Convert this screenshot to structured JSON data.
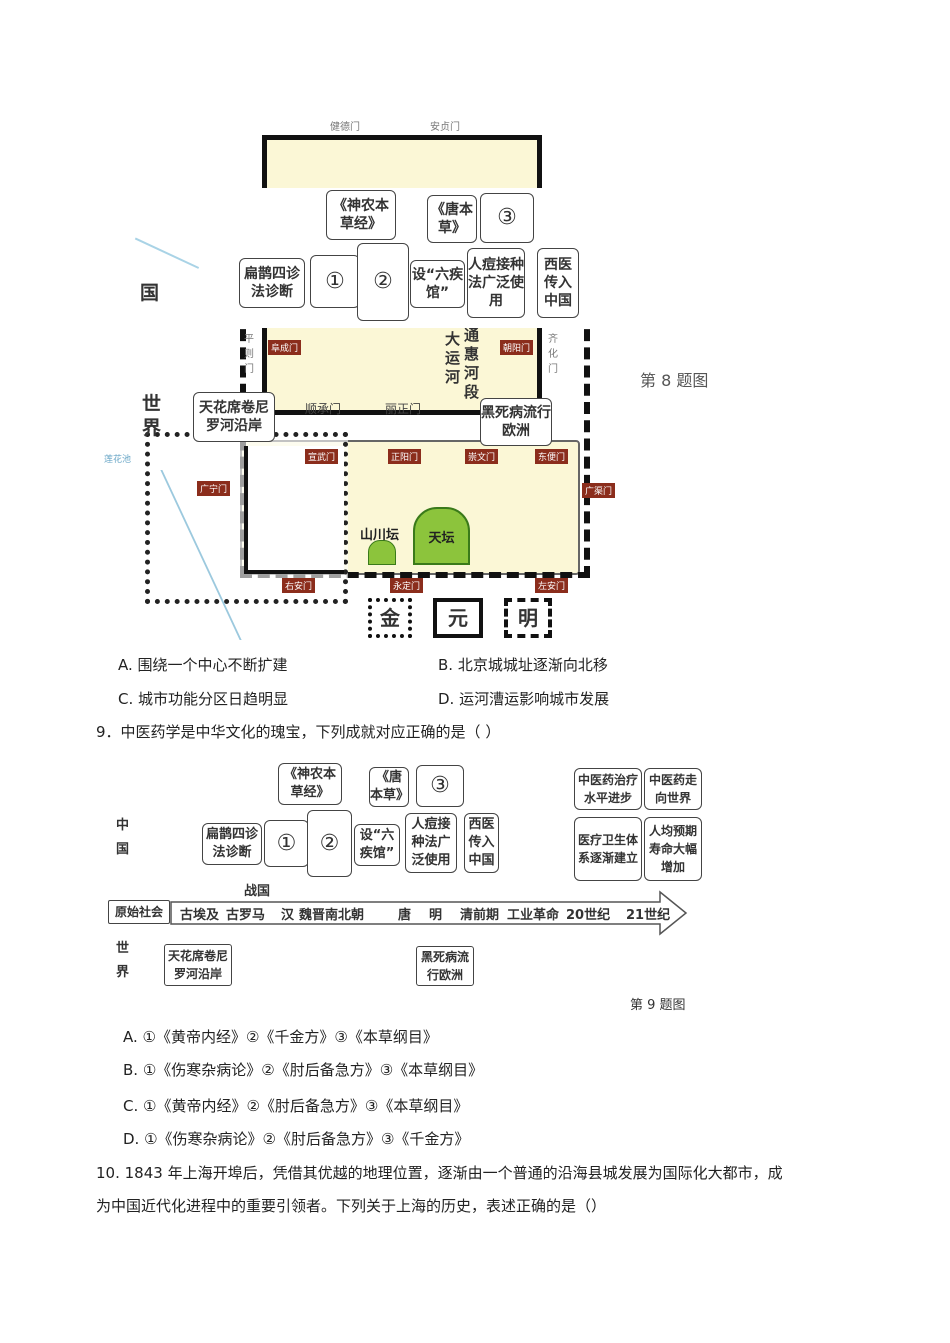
{
  "fig8": {
    "caption": "第 8 题图",
    "gates_grey": [
      "健德门",
      "安贞门",
      "平则门",
      "齐化门",
      "顺承门",
      "丽正门"
    ],
    "gates_red": [
      "阜成门",
      "朝阳门",
      "宣武门",
      "正阳门",
      "崇文门",
      "东便门",
      "广宁门",
      "广渠门",
      "右安门",
      "永定门",
      "左安门"
    ],
    "canal": [
      "通惠河段",
      "大运河"
    ],
    "altars": [
      "山川坛",
      "天坛"
    ],
    "river": "莲花池",
    "side": {
      "china": "国",
      "world": "世界"
    },
    "boxes": {
      "shennong": "《神农本草经》",
      "tangbencao": "《唐本草》",
      "n3": "③",
      "bianque": "扁鹊四诊法诊断",
      "n1": "①",
      "n2": "②",
      "liuji": "设“六疾馆”",
      "rendou": "人痘接种法广泛使用",
      "xiyi": "西医传入中国",
      "tianhua": "天花席卷尼罗河沿岸",
      "heisi": "黑死病流行欧洲"
    },
    "legend": [
      "金",
      "元",
      "明"
    ]
  },
  "q8": {
    "options": [
      "A. 围绕一个中心不断扩建",
      "B. 北京城城址逐渐向北移",
      "C. 城市功能分区日趋明显",
      "D. 运河漕运影响城市发展"
    ]
  },
  "q9": {
    "stem": "9．中医药学是中华文化的瑰宝，下列成就对应正确的是（    ）",
    "options": [
      "A. ①《黄帝内经》②《千金方》③《本草纲目》",
      "B. ①《伤寒杂病论》②《肘后备急方》③《本草纲目》",
      "C. ①《黄帝内经》②《肘后备急方》③《本草纲目》",
      "D. ①《伤寒杂病论》②《肘后备急方》③《千金方》"
    ]
  },
  "fig9": {
    "caption": "第 9 题图",
    "side": {
      "china": "中国",
      "world": "世界"
    },
    "start": "原始社会",
    "periods": [
      "古埃及",
      "古罗马",
      "汉",
      "魏晋南北朝",
      "唐",
      "明",
      "清前期",
      "工业革命",
      "20世纪",
      "21世纪"
    ],
    "above": "战国",
    "boxes": {
      "zlsp": "中医药治疗水平进步",
      "zyzx": "中医药走向世界",
      "ylws": "医疗卫生体系逐渐建立",
      "rjyq": "人均预期寿命大幅增加"
    }
  },
  "q10": {
    "line1": "10. 1843 年上海开埠后，凭借其优越的地理位置，逐渐由一个普通的沿海县城发展为国际化大都市，成",
    "line2": "为中国近代化进程中的重要引领者。下列关于上海的历史，表述正确的是（）"
  }
}
